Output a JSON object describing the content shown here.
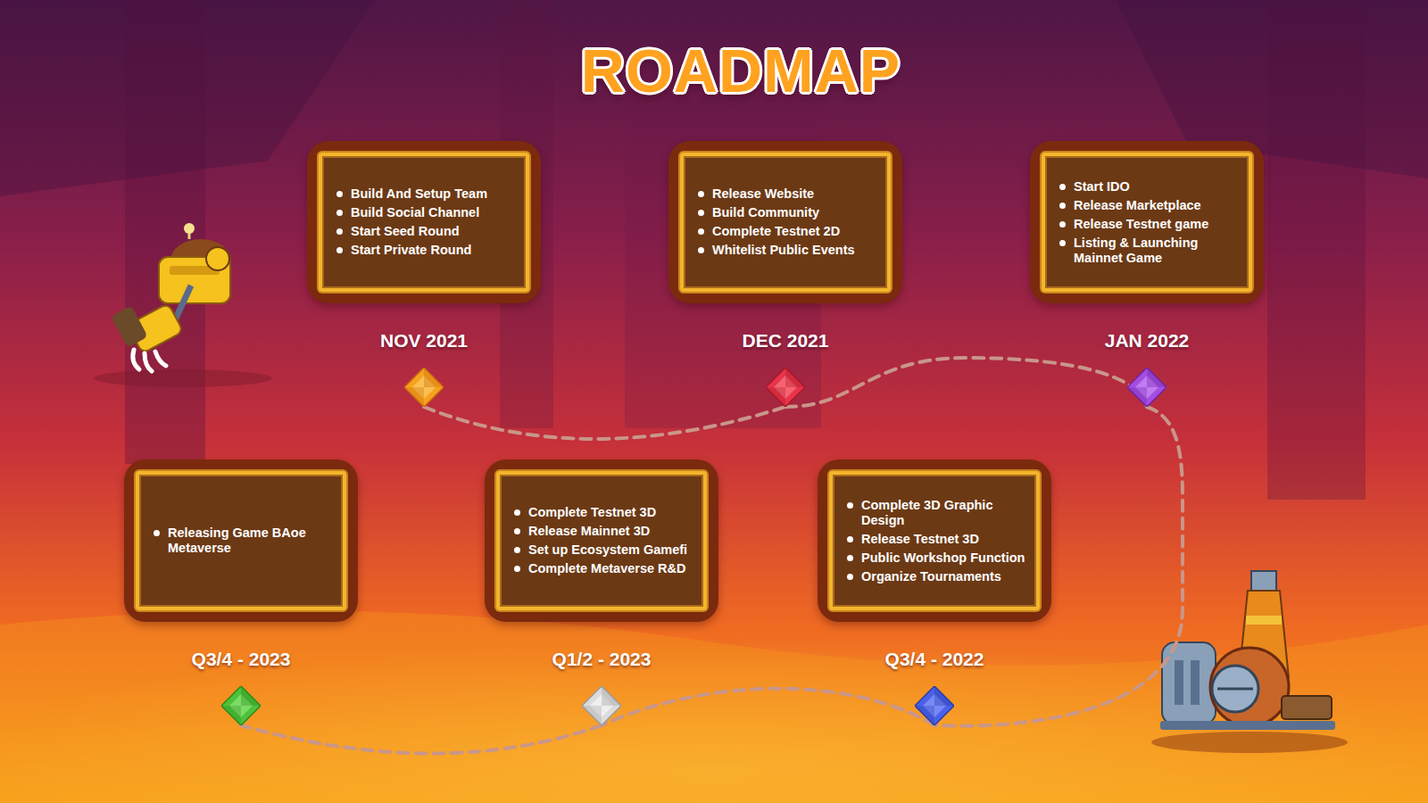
{
  "diagram": {
    "title": "ROADMAP",
    "nodes": [
      {
        "text": [
          "NOV 2021",
          "Build And Setup Team",
          "Build Social Channel",
          "Start Seed Round",
          "Start Private Round"
        ]
      },
      {
        "text": [
          "DEC 2021",
          "Release Website",
          "Build Community",
          "Complete Testnet 2D",
          "Whitelist Public Events"
        ]
      },
      {
        "text": [
          "JAN 2022",
          "Start IDO",
          "Release Marketplace",
          "Release Testnet game",
          "Listing & Launching Mainnet Game"
        ]
      },
      {
        "text": [
          "Q3/4 - 2022",
          "Complete 3D Graphic Design",
          "Release Testnet 3D",
          "Public Workshop Function",
          "Organize Tournaments"
        ]
      },
      {
        "text": [
          "Q1/2 - 2023",
          "Complete Testnet 3D",
          "Release Mainnet 3D",
          "Set up Ecosystem Gamefi",
          "Complete Metaverse R&D"
        ]
      },
      {
        "text": [
          "Q3/4 - 2023",
          "Releasing Game BAoe Metaverse"
        ]
      }
    ],
    "edges": [
      {
        "from": 0,
        "to": 1,
        "arrow": "none"
      },
      {
        "from": 1,
        "to": 2,
        "arrow": "none"
      },
      {
        "from": 2,
        "to": 3,
        "arrow": "none"
      },
      {
        "from": 3,
        "to": 4,
        "arrow": "none"
      },
      {
        "from": 4,
        "to": 5,
        "arrow": "none"
      }
    ]
  }
}
